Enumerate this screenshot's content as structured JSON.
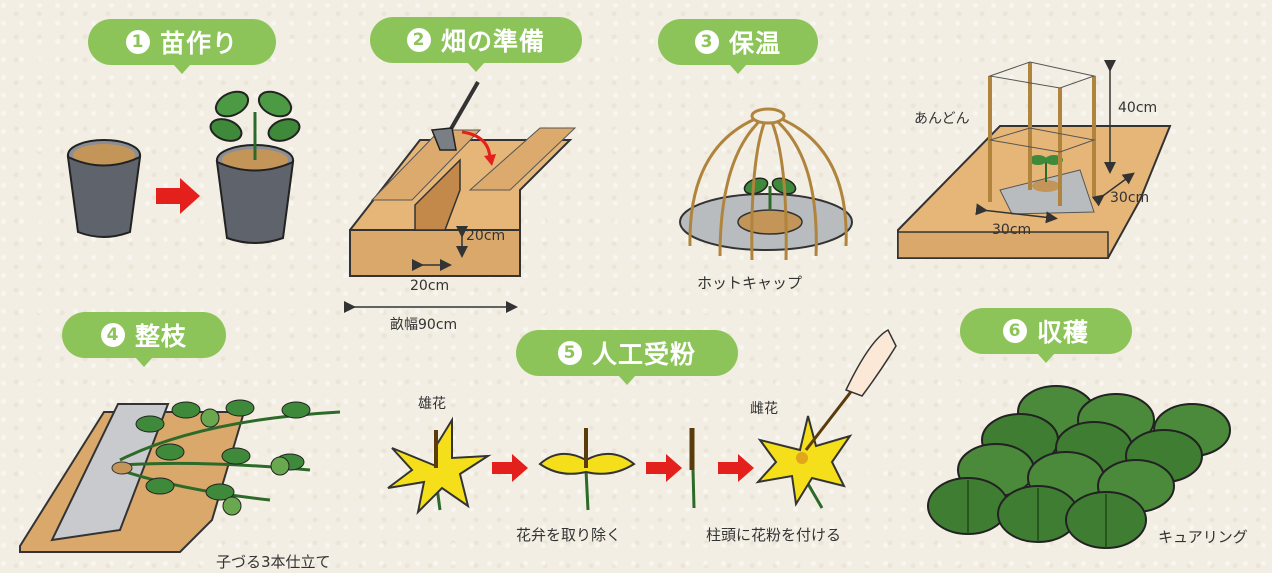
{
  "steps": [
    {
      "num": "1",
      "title": "苗作り"
    },
    {
      "num": "2",
      "title": "畑の準備"
    },
    {
      "num": "3",
      "title": "保温"
    },
    {
      "num": "4",
      "title": "整枝"
    },
    {
      "num": "5",
      "title": "人工受粉"
    },
    {
      "num": "6",
      "title": "収穫"
    }
  ],
  "labels": {
    "furrow_depth": "20cm",
    "furrow_width": "20cm",
    "ridge_width": "畝幅90cm",
    "hot_cap": "ホットキャップ",
    "andon": "あんどん",
    "andon_height": "40cm",
    "andon_depth": "30cm",
    "andon_width": "30cm",
    "training": "子づる3本仕立て",
    "male_flower": "雄花",
    "remove_petals": "花弁を取り除く",
    "female_flower": "雌花",
    "pollinate": "柱頭に花粉を付ける",
    "curing": "キュアリング"
  },
  "colors": {
    "badge": "#8cc45a",
    "arrow": "#e4201c",
    "soil": "#d9a86a",
    "leaf": "#3f8a3a",
    "flower": "#f5df1a",
    "pumpkin": "#3f7d33",
    "pot": "#6b7078"
  }
}
